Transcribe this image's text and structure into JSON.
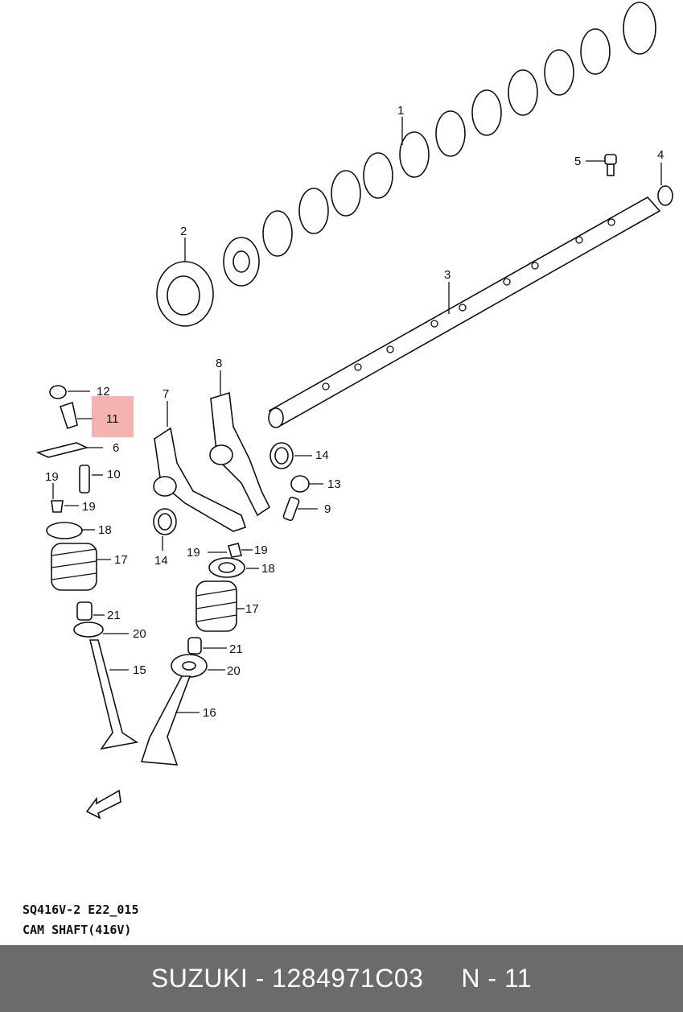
{
  "diagram": {
    "callouts": [
      "1",
      "2",
      "3",
      "4",
      "5",
      "6",
      "7",
      "8",
      "9",
      "10",
      "11",
      "12",
      "13",
      "14",
      "15",
      "16",
      "17",
      "18",
      "19",
      "20",
      "21"
    ],
    "highlighted": "11"
  },
  "caption": {
    "line1": "SQ416V-2 E22_015",
    "line2": "CAM SHAFT(416V)"
  },
  "footer": {
    "brand": "SUZUKI",
    "part_number": "1284971C03",
    "ref": "N - 11"
  }
}
